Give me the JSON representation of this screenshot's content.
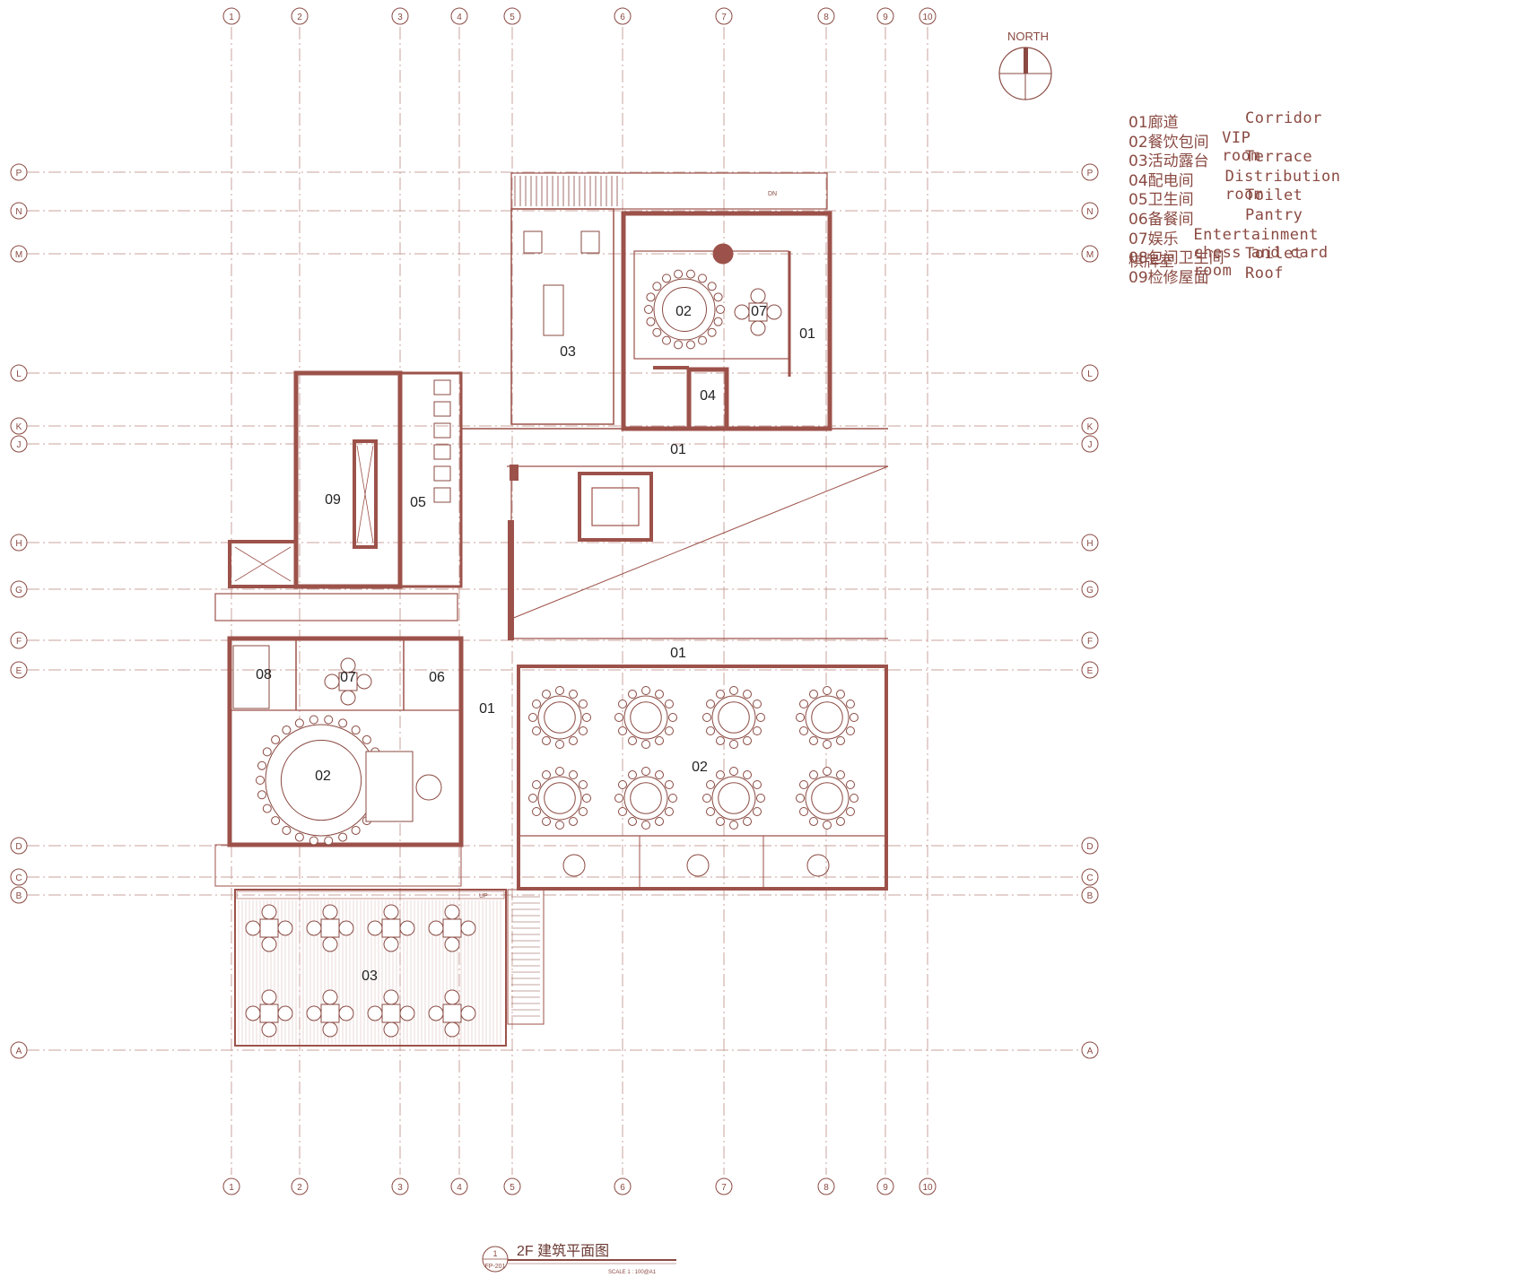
{
  "colors": {
    "line": "#8a4a42",
    "grid": "#c9a39c",
    "wall": "#9c524a",
    "text": "#8a4a42"
  },
  "grid": {
    "columns": [
      "1",
      "2",
      "3",
      "4",
      "5",
      "6",
      "7",
      "8",
      "9",
      "10"
    ],
    "rows": [
      "P",
      "N",
      "M",
      "L",
      "K",
      "J",
      "H",
      "G",
      "F",
      "E",
      "D",
      "C",
      "B",
      "A"
    ]
  },
  "north": "NORTH",
  "legend": [
    {
      "code": "01廊道",
      "en": "Corridor"
    },
    {
      "code": "02餐饮包间",
      "en": "VIP room"
    },
    {
      "code": "03活动露台",
      "en": "Terrace"
    },
    {
      "code": "04配电间",
      "en": "Distribution room"
    },
    {
      "code": "05卫生间",
      "en": "Toilet"
    },
    {
      "code": "06备餐间",
      "en": "Pantry"
    },
    {
      "code": "07娱乐棋牌室",
      "en": "Entertainment chess and card room"
    },
    {
      "code": "08包间卫生间",
      "en": "Toilet"
    },
    {
      "code": "09检修屋面",
      "en": "Roof"
    }
  ],
  "room_labels": {
    "r02_north": "02",
    "r07_north": "07",
    "r01_east": "01",
    "r03_north": "03",
    "r04": "04",
    "r01_mid": "01",
    "r09": "09",
    "r05": "05",
    "r01_south": "01",
    "r08": "08",
    "r07_west": "07",
    "r06": "06",
    "r01_west": "01",
    "r02_west": "02",
    "r02_hall": "02",
    "r03_south": "03"
  },
  "stair_notes": {
    "dn": "DN",
    "up": "UP"
  },
  "title_block": {
    "number": "1",
    "sheet": "FP-201",
    "title": "2F  建筑平面图",
    "scale": "SCALE  1 : 100@A1"
  }
}
